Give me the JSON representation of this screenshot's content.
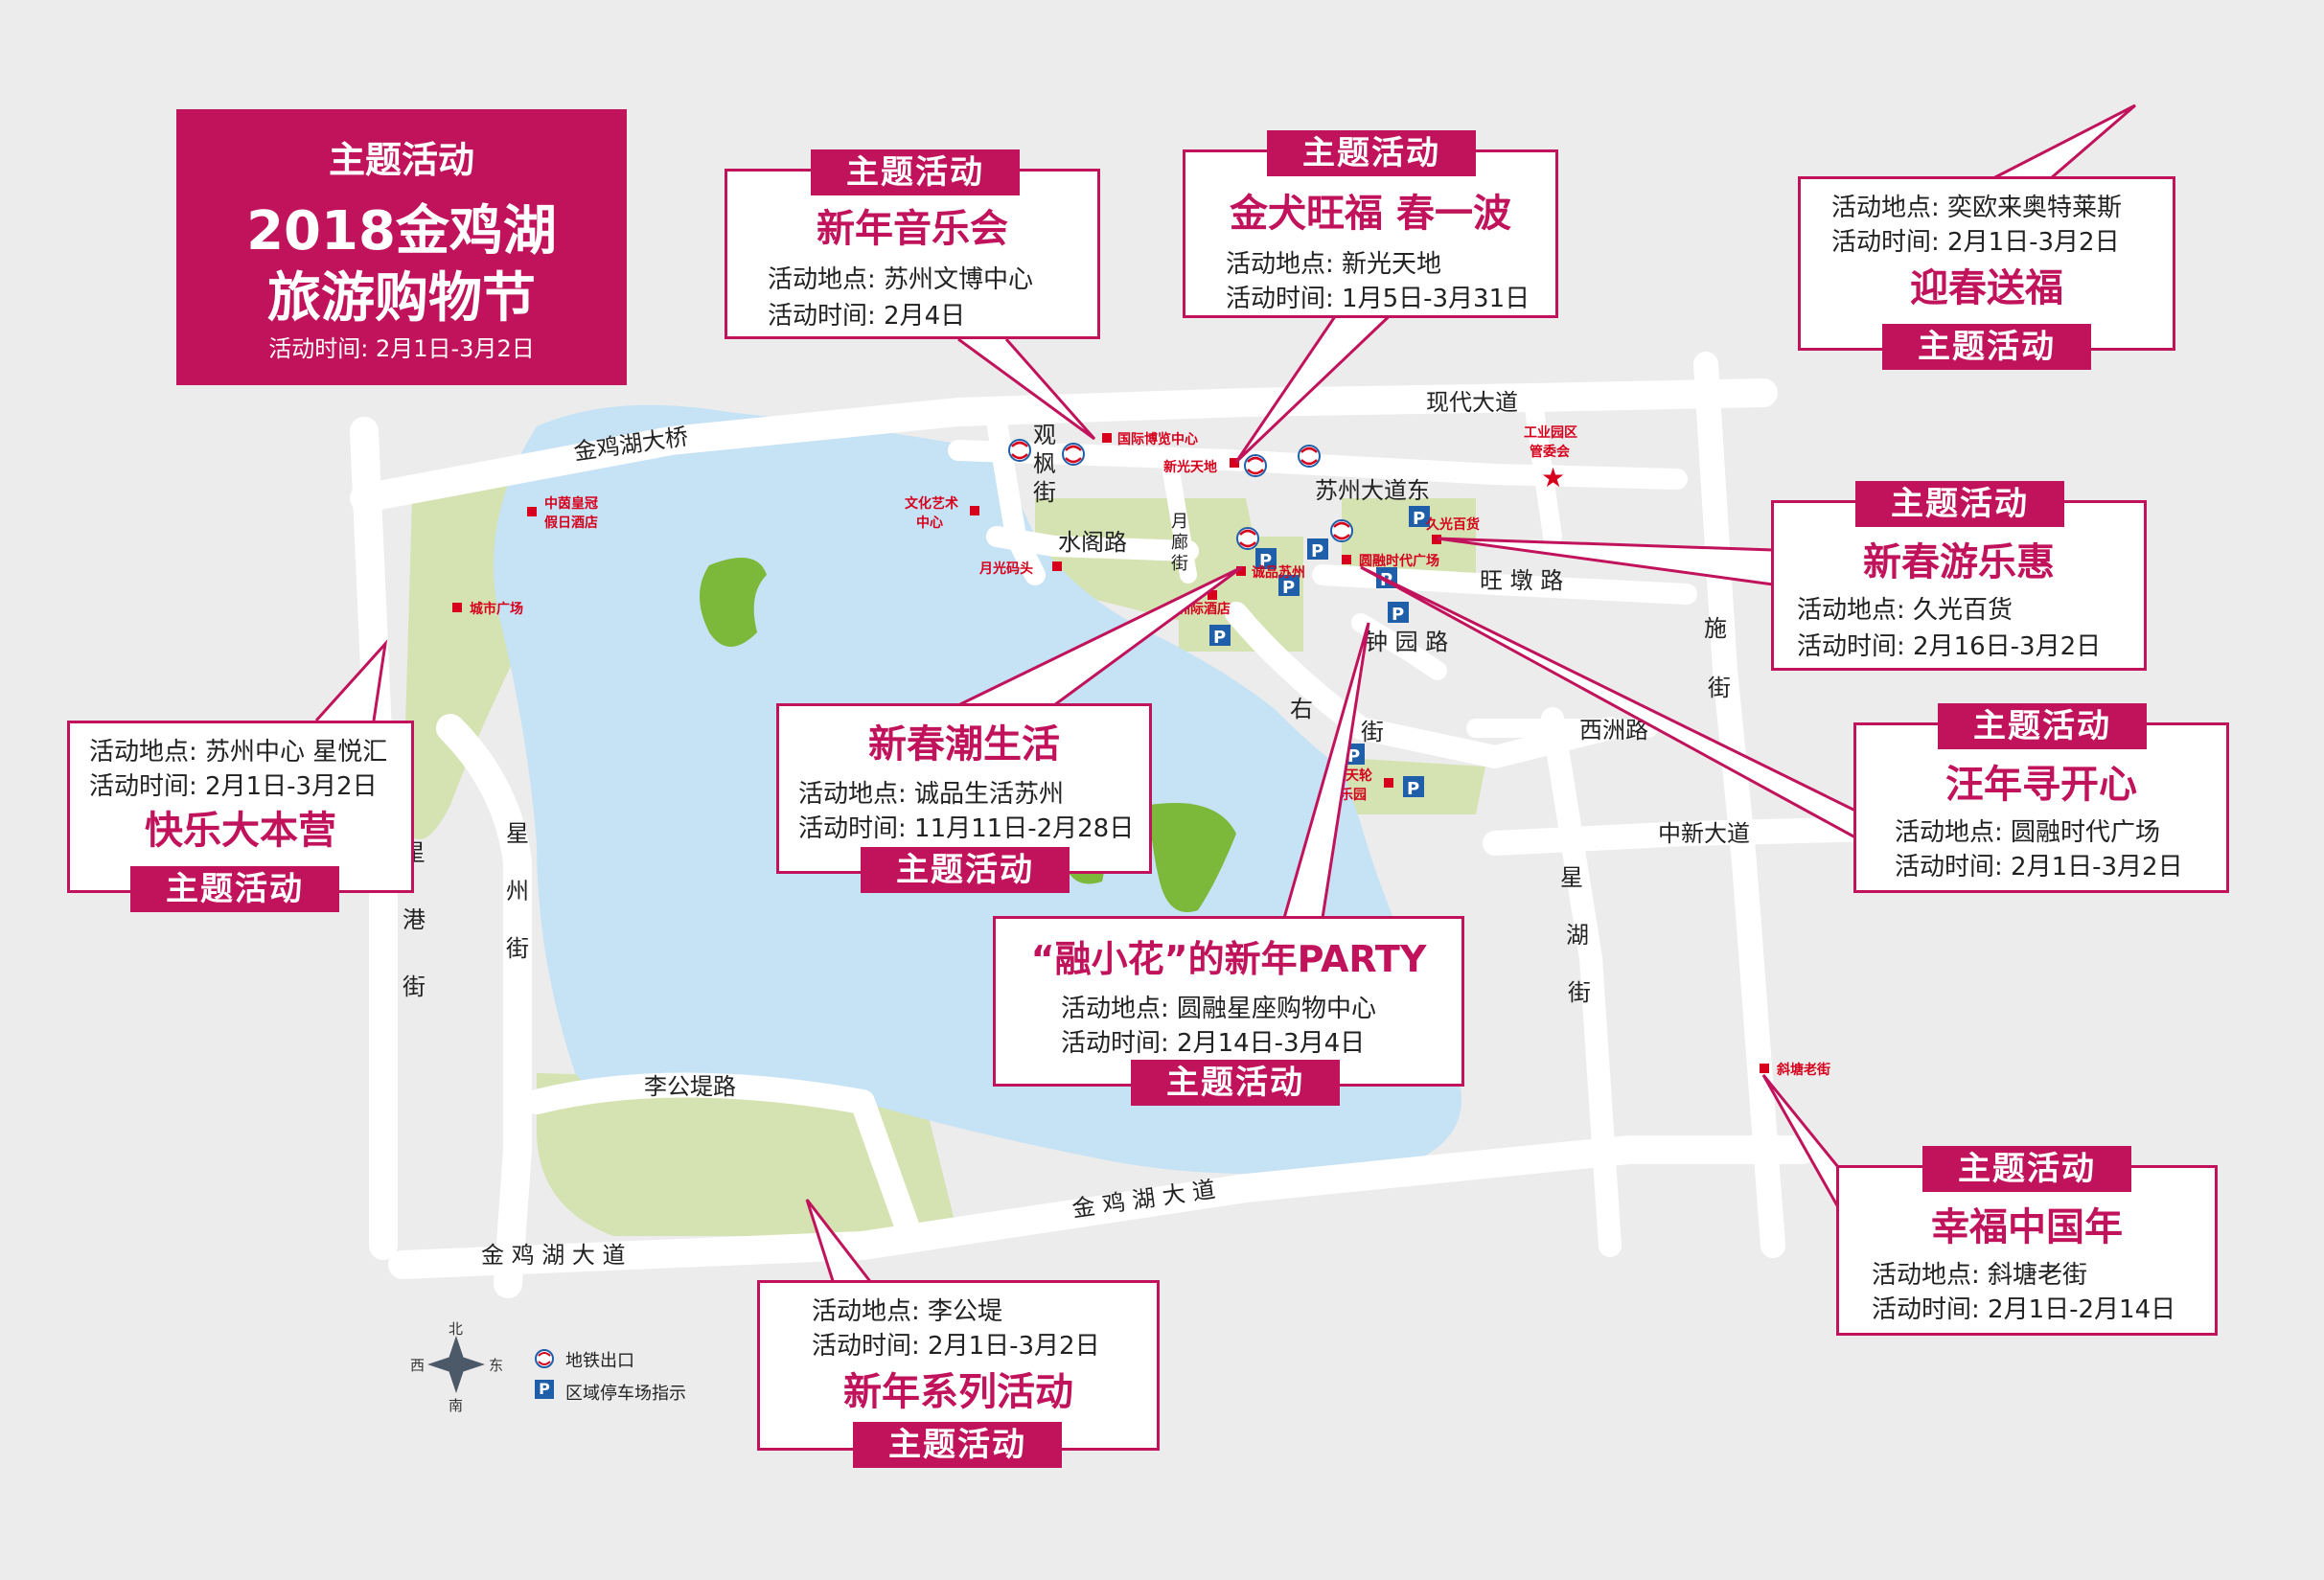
{
  "banner": {
    "line1": "主题活动",
    "line2": "2018金鸡湖",
    "line3": "旅游购物节",
    "time": "活动时间: 2月1日-3月2日"
  },
  "tag_label": "主题活动",
  "events": {
    "music": {
      "title": "新年音乐会",
      "place": "活动地点: 苏州文博中心",
      "time": "活动时间: 2月4日"
    },
    "dog": {
      "title": "金犬旺福  春一波",
      "place": "活动地点: 新光天地",
      "time": "活动时间: 1月5日-3月31日"
    },
    "spring_fortune": {
      "title": "迎春送福",
      "place": "活动地点: 奕欧来奥特莱斯",
      "time": "活动时间: 2月1日-3月2日"
    },
    "spring_fun": {
      "title": "新春游乐惠",
      "place": "活动地点: 久光百货",
      "time": "活动时间: 2月16日-3月2日"
    },
    "wang_year": {
      "title": "汪年寻开心",
      "place": "活动地点: 圆融时代广场",
      "time": "活动时间: 2月1日-3月2日"
    },
    "happy_camp": {
      "title": "快乐大本营",
      "place": "活动地点: 苏州中心 星悦汇",
      "time": "活动时间: 2月1日-3月2日"
    },
    "trend_life": {
      "title": "新春潮生活",
      "place": "活动地点: 诚品生活苏州",
      "time": "活动时间: 11月11日-2月28日"
    },
    "party": {
      "title": "“融小花”的新年PARTY",
      "place": "活动地点: 圆融星座购物中心",
      "time": "活动时间: 2月14日-3月4日"
    },
    "series": {
      "title": "新年系列活动",
      "place": "活动地点: 李公堤",
      "time": "活动时间: 2月1日-3月2日"
    },
    "china_year": {
      "title": "幸福中国年",
      "place": "活动地点: 斜塘老街",
      "time": "活动时间: 2月1日-2月14日"
    }
  },
  "roads": {
    "jinjihu_bridge": "金鸡湖大桥",
    "xiandai": "现代大道",
    "suzhou_east": "苏州大道东",
    "shuige": "水阁路",
    "guanfeng_1": "观",
    "guanfeng_2": "枫",
    "guanfeng_3": "街",
    "yuelang_1": "月",
    "yuelang_2": "廊",
    "yuelang_3": "街",
    "wangdun": "旺 墩 路",
    "zhongyuan": "钟 园 路",
    "you_1": "右",
    "you_2": "街",
    "xizhou": "西洲路",
    "zhongxin": "中新大道",
    "shi_1": "施",
    "shi_2": "街",
    "xinghu_1": "星",
    "xinghu_2": "湖",
    "xinghu_3": "街",
    "xingzhou_1": "星",
    "xingzhou_2": "州",
    "xingzhou_3": "街",
    "xinggang_1": "星",
    "xinggang_2": "港",
    "xinggang_3": "街",
    "ligongdi": "李公堤路",
    "jinjihu_ave_1": "金 鸡 湖 大 道",
    "jinjihu_ave_2": "金 鸡 湖 大 道"
  },
  "pois": {
    "intl_expo": "国际博览中心",
    "xinguang": "新光天地",
    "industrial_1": "工业园区",
    "industrial_2": "管委会",
    "crowne_1": "中茵皇冠",
    "crowne_2": "假日酒店",
    "culture_1": "文化艺术",
    "culture_2": "中心",
    "city_plaza": "城市广场",
    "moon_pier": "月光码头",
    "eslite": "诚品苏州",
    "intercontinental": "洲际酒店",
    "times_square": "圆融时代广场",
    "jiuguang": "久光百货",
    "ferris_1": "天轮",
    "ferris_2": "乐园",
    "xietang": "斜塘老街"
  },
  "legend": {
    "metro": "地铁出口",
    "parking": "区域停车场指示",
    "parking_symbol": "P"
  },
  "compass": {
    "n": "北",
    "s": "南",
    "e": "东",
    "w": "西"
  },
  "colors": {
    "accent": "#c1135b",
    "water": "#c6e2f5",
    "park": "#d4e3b1",
    "island": "#7cb83a",
    "road": "#ffffff",
    "parking": "#1f5fa9",
    "poi": "#d6001c"
  }
}
